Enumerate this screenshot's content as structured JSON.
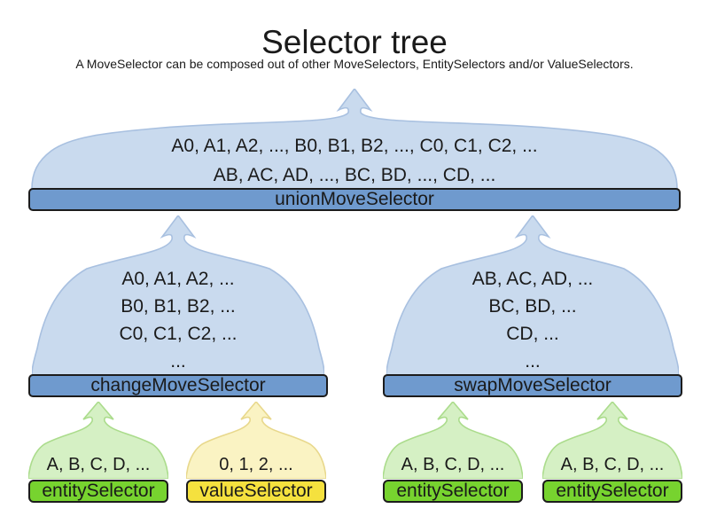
{
  "title": "Selector tree",
  "subtitle": "A MoveSelector can be composed out of other MoveSelectors, EntitySelectors and/or ValueSelectors.",
  "colors": {
    "background": "#ffffff",
    "text": "#1a1a1a",
    "bar-border": "#1c1c1c",
    "bar-blue": "#6f9ace",
    "cloud-blue-fill": "#c9daee",
    "cloud-blue-stroke": "#a8c0e0",
    "bar-green": "#77d32f",
    "cloud-green-fill": "#d5f0c4",
    "cloud-green-stroke": "#abdc8c",
    "bar-yellow": "#f5e13e",
    "cloud-yellow-fill": "#faf3c3",
    "cloud-yellow-stroke": "#e8d88c"
  },
  "tree": {
    "union": {
      "label": "unionMoveSelector",
      "lines": [
        "A0, A1, A2, ..., B0, B1, B2, ..., C0, C1, C2, ...",
        "AB, AC, AD, ..., BC, BD, ..., CD, ..."
      ]
    },
    "change": {
      "label": "changeMoveSelector",
      "lines": [
        "A0, A1, A2, ...",
        "B0, B1, B2, ...",
        "C0, C1, C2, ...",
        "..."
      ]
    },
    "swap": {
      "label": "swapMoveSelector",
      "lines": [
        "AB, AC, AD, ...",
        "BC, BD, ...",
        "CD, ...",
        "..."
      ]
    },
    "entity1": {
      "label": "entitySelector",
      "lines": [
        "A, B, C, D, ..."
      ]
    },
    "value1": {
      "label": "valueSelector",
      "lines": [
        "0, 1, 2, ..."
      ]
    },
    "entity2": {
      "label": "entitySelector",
      "lines": [
        "A, B, C, D, ..."
      ]
    },
    "entity3": {
      "label": "entitySelector",
      "lines": [
        "A, B, C, D, ..."
      ]
    }
  }
}
